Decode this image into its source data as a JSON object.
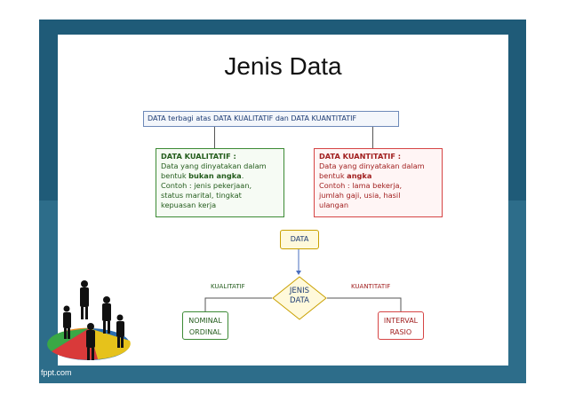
{
  "slide": {
    "title": "Jenis Data",
    "top_box": "DATA terbagi atas DATA KUALITATIF  dan DATA KUANTITATIF",
    "kualitatif_box": {
      "heading": "DATA KUALITATIF :",
      "line1": "Data yang dinyatakan dalam",
      "line2_pre": "bentuk ",
      "line2_bold": "bukan angka",
      "line2_post": ".",
      "line3": "Contoh : jenis pekerjaan,",
      "line4": "status marital, tingkat",
      "line5": "kepuasan kerja"
    },
    "kuantitatif_box": {
      "heading": "DATA KUANTITATIF :",
      "line1": "Data yang dinyatakan dalam",
      "line2_pre": "bentuk ",
      "line2_bold": "angka",
      "line3": "Contoh : lama bekerja,",
      "line4": "jumlah gaji, usia, hasil",
      "line5": "ulangan"
    },
    "flow": {
      "data_label": "DATA",
      "diamond_line1": "JENIS",
      "diamond_line2": "DATA",
      "left_edge_label": "KUALITATIF",
      "right_edge_label": "KUANTITATIF",
      "left_result_line1": "NOMINAL",
      "left_result_line2": "ORDINAL",
      "right_result_line1": "INTERVAL",
      "right_result_line2": "RASIO"
    }
  },
  "footer": "fppt.com",
  "colors": {
    "frame": "#1f5b78",
    "kualitatif": "#3c8a34",
    "kuantitatif": "#d64545",
    "data_box_fill": "#fff9db",
    "diamond_fill": "#fff9db"
  }
}
